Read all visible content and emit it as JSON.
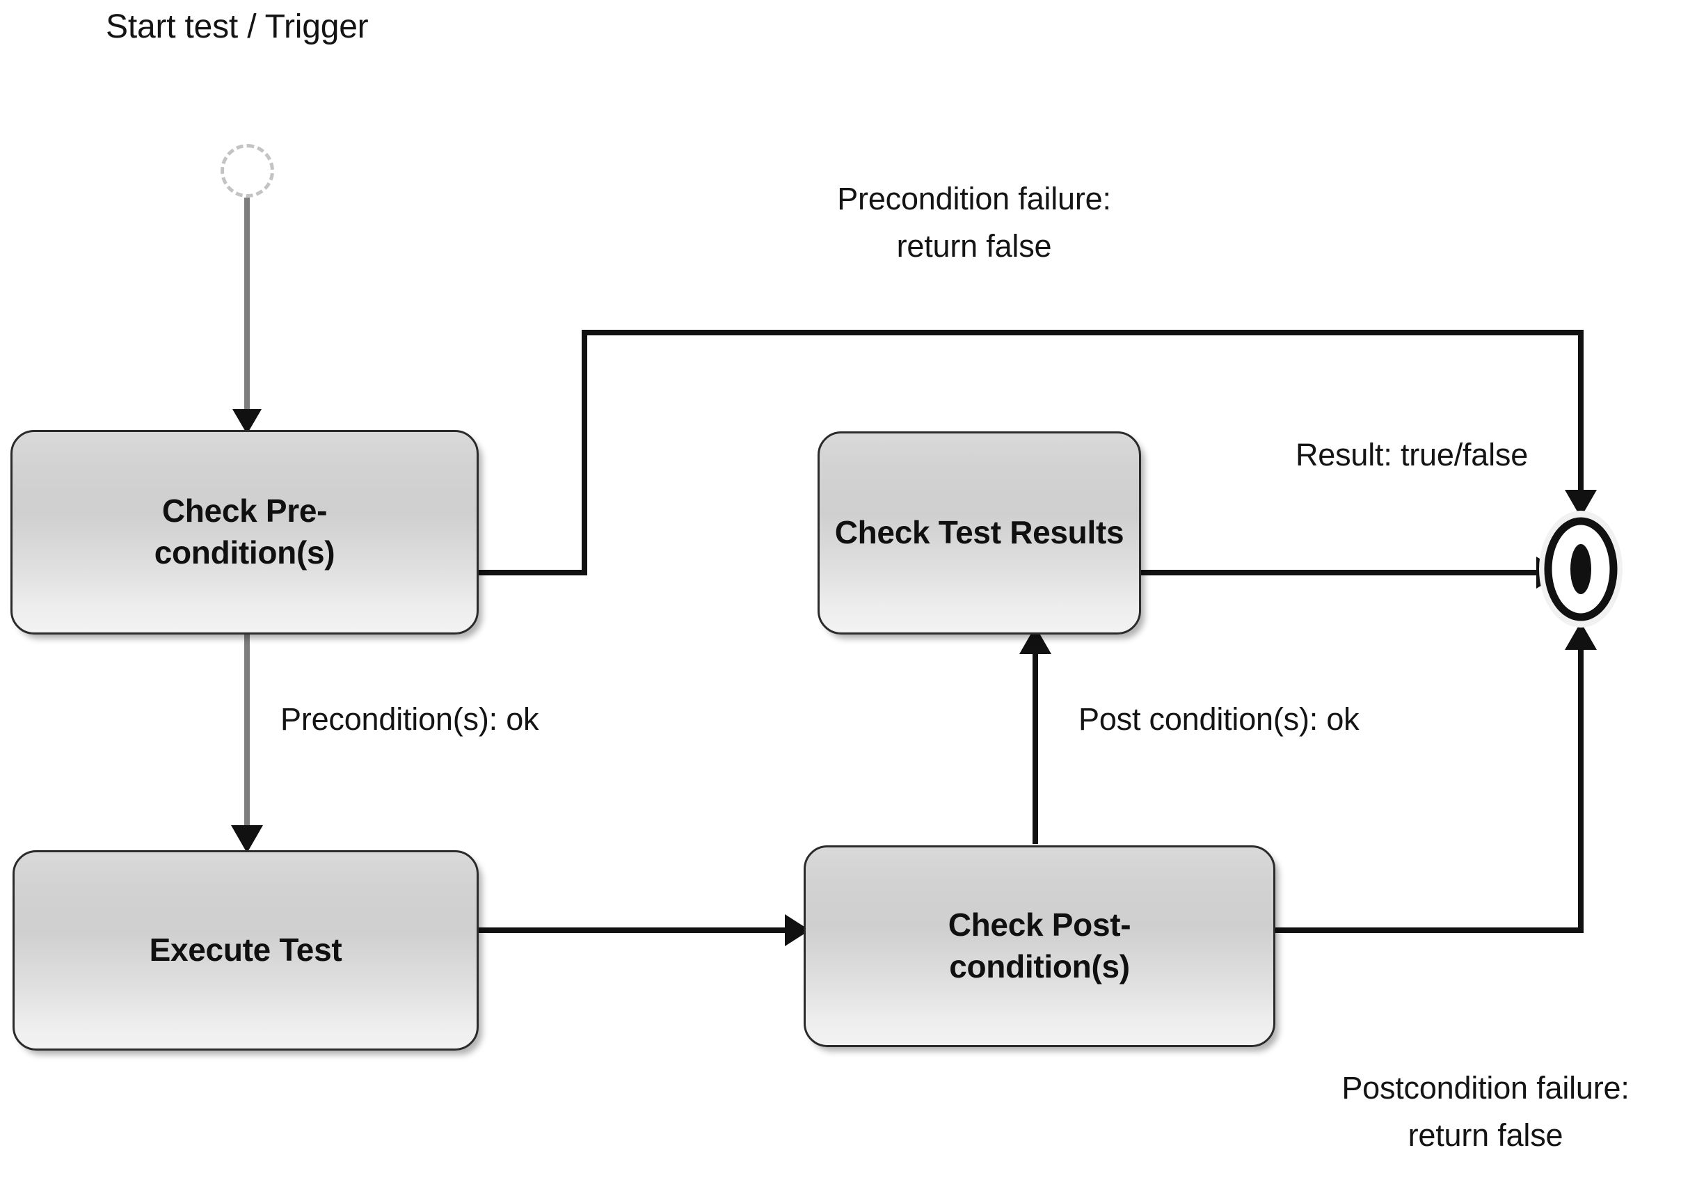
{
  "diagram": {
    "title": "Start test / Trigger",
    "type": "uml-activity-state-diagram",
    "colors": {
      "edge_black": "#111111",
      "edge_gray": "#7d7d7d",
      "node_border": "#2b2b2b",
      "node_fill_top": "#d9d9d9",
      "node_fill_bottom": "#f2f2f2",
      "start_node_stroke": "#c3c3c3",
      "text": "#141414",
      "background": "#ffffff"
    }
  },
  "nodes": {
    "start": {
      "name": "start-node",
      "shape": "dashed-circle"
    },
    "check_precondition": {
      "label": "Check Pre-\ncondition(s)"
    },
    "execute_test": {
      "label": "Execute Test"
    },
    "check_postcondition": {
      "label": "Check Post-\ncondition(s)"
    },
    "check_test_results": {
      "label": "Check Test Results"
    },
    "final": {
      "name": "final-state-node",
      "shape": "bullseye-ellipse"
    }
  },
  "edges": {
    "trigger": {
      "label": "",
      "from": "start",
      "to": "check_precondition"
    },
    "precondition_ok": {
      "label": "Precondition(s): ok",
      "from": "check_precondition",
      "to": "execute_test"
    },
    "precondition_failure": {
      "label": "Precondition failure:\nreturn false",
      "from": "check_precondition",
      "to": "final"
    },
    "execute_to_post": {
      "label": "",
      "from": "execute_test",
      "to": "check_postcondition"
    },
    "postcondition_ok": {
      "label": "Post condition(s): ok",
      "from": "check_postcondition",
      "to": "check_test_results"
    },
    "postcondition_failure": {
      "label": "Postcondition failure:\nreturn false",
      "from": "check_postcondition",
      "to": "final"
    },
    "result": {
      "label": "Result: true/false",
      "from": "check_test_results",
      "to": "final"
    }
  }
}
